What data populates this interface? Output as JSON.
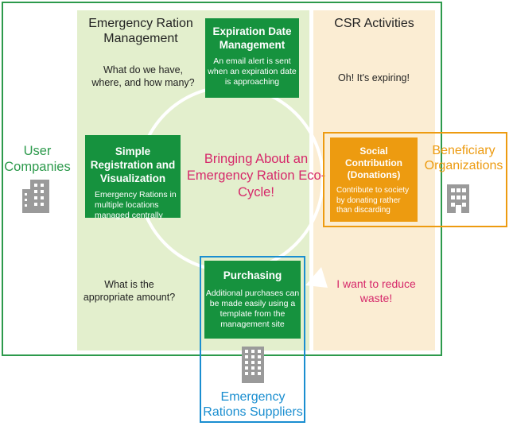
{
  "left_panel": {
    "title": "Emergency Ration Management"
  },
  "right_panel": {
    "title": "CSR Activities"
  },
  "boxes": {
    "expiration": {
      "title": "Expiration Date Management",
      "text": "An email alert is sent when an expiration date is approaching"
    },
    "registration": {
      "title": "Simple Registration and Visualization",
      "text": "Emergency Rations in multiple locations managed centrally"
    },
    "purchasing": {
      "title": "Purchasing",
      "text": "Additional purchases can be made easily using a template from the management site"
    },
    "donation": {
      "title": "Social Contribution (Donations)",
      "text": "Contribute to society by donating rather than discarding"
    }
  },
  "questions": {
    "what_do_we_have": "What do we have, where, and how many?",
    "appropriate_amount": "What is the appropriate amount?",
    "expiring": "Oh! It's expiring!",
    "reduce_waste": "I want to reduce waste!"
  },
  "center_text": "Bringing About an Emergency Ration Eco-Cycle!",
  "entities": {
    "user_companies": "User Companies",
    "beneficiary": "Beneficiary Organizations",
    "suppliers": "Emergency Rations Suppliers"
  },
  "colors": {
    "green": "#16923e",
    "orange": "#ed9b10",
    "blue": "#1a8ed0",
    "pink": "#d6286a",
    "green_panel": "#e3efcd",
    "cream_panel": "#fbedd3"
  },
  "icons": [
    "building-icon"
  ]
}
